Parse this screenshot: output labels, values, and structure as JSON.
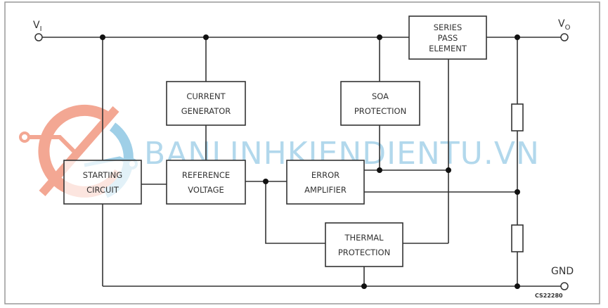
{
  "diagram": {
    "terminals": {
      "input": "V",
      "input_sub": "I",
      "output": "V",
      "output_sub": "O",
      "ground": "GND"
    },
    "blocks": {
      "series_pass": [
        "SERIES",
        "PASS",
        "ELEMENT"
      ],
      "current_generator": [
        "CURRENT",
        "GENERATOR"
      ],
      "soa_protection": [
        "SOA",
        "PROTECTION"
      ],
      "starting_circuit": [
        "STARTING",
        "CIRCUIT"
      ],
      "reference_voltage": [
        "REFERENCE",
        "VOLTAGE"
      ],
      "error_amplifier": [
        "ERROR",
        "AMPLIFIER"
      ],
      "thermal_protection": [
        "THERMAL",
        "PROTECTION"
      ]
    },
    "figure_code": "CS22280",
    "watermark": "BANLINHKIENDIENTU.VN"
  },
  "colors": {
    "line": "#333333",
    "watermark_blue": "#7fbfe0",
    "watermark_orange": "#f08a70"
  }
}
